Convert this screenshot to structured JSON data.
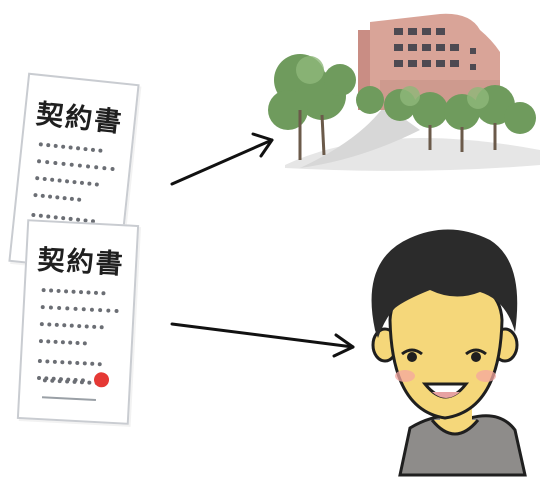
{
  "documents": [
    {
      "title": "契約書"
    },
    {
      "title": "契約書"
    }
  ],
  "icons": {
    "arrow_to_building": "right-arrow-icon",
    "arrow_to_person": "right-arrow-icon",
    "building": "building-illustration",
    "person": "person-illustration",
    "seal": "red-seal-icon"
  },
  "colors": {
    "seal": "#e53935",
    "building": "#d9a498",
    "foliage": "#6f9b5d",
    "skin": "#f5d77a",
    "shirt": "#8e8c8a",
    "hair": "#2b2b2b"
  }
}
